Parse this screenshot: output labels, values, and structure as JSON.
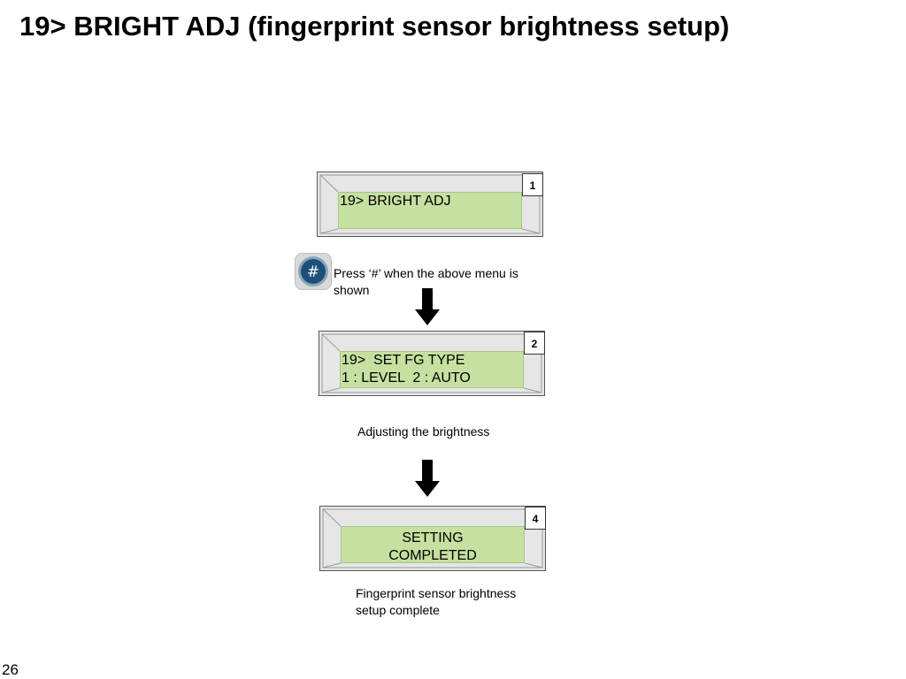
{
  "slide": {
    "title": "19> BRIGHT ADJ (fingerprint sensor brightness setup)",
    "page_number": "26"
  },
  "steps": [
    {
      "badge": "1",
      "screen_lines": "19> BRIGHT ADJ",
      "caption": ""
    },
    {
      "badge": "2",
      "screen_lines": "19>  SET FG TYPE\n1 : LEVEL  2 : AUTO",
      "caption": "Adjusting the brightness"
    },
    {
      "badge": "4",
      "screen_lines": "SETTING\nCOMPLETED",
      "caption": "Fingerprint sensor brightness\nsetup complete"
    }
  ],
  "key_press": {
    "key_label": "#",
    "icon": "hash-key-icon",
    "instruction": "Press ‘#’ when the above menu is\nshown"
  },
  "colors": {
    "lcd_screen": "#c5e0a0",
    "lcd_bezel": "#e6e6e6",
    "key_button": "#1e4f7a",
    "arrow": "#000000"
  }
}
